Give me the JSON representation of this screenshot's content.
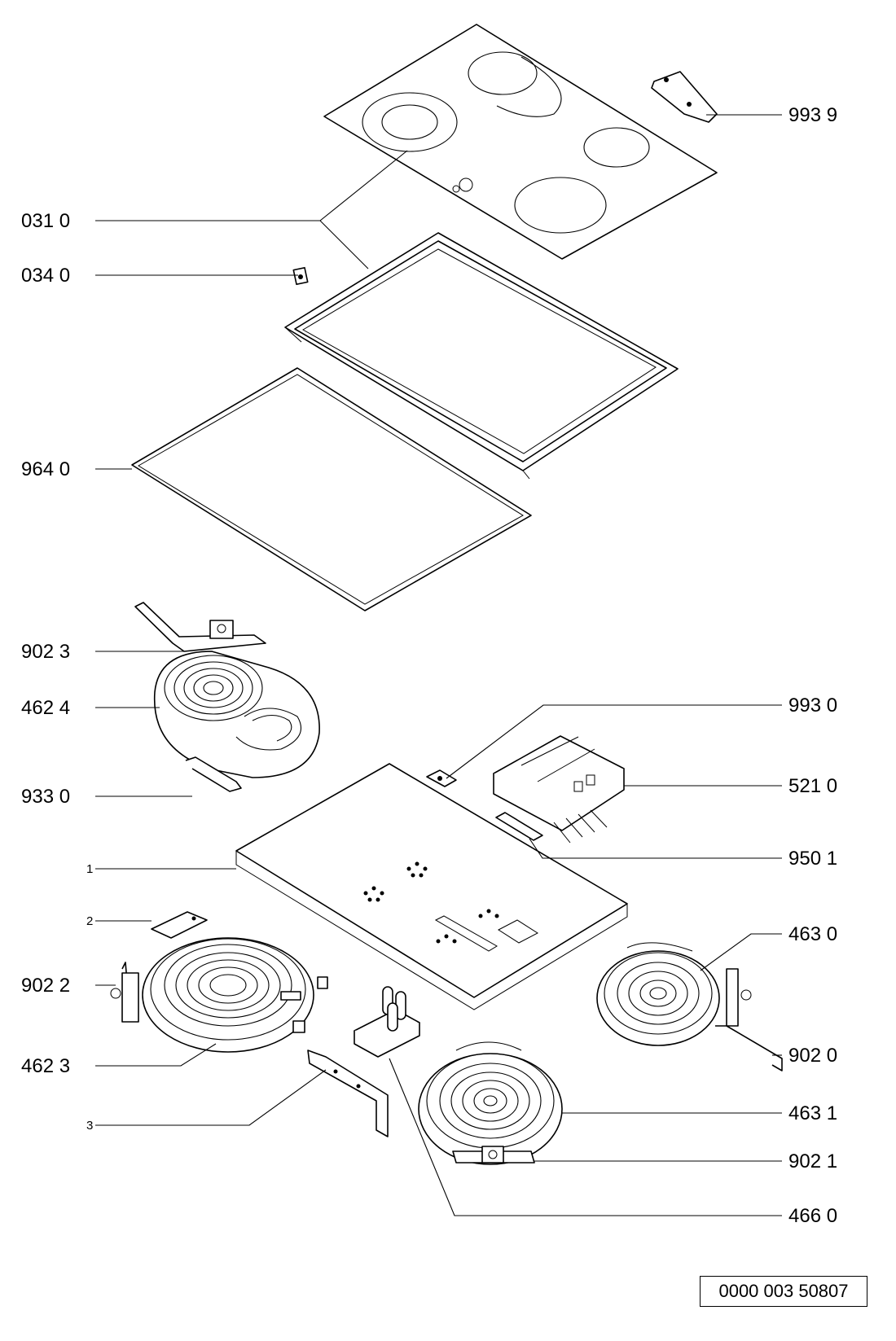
{
  "labels": {
    "l9939": "993 9",
    "l0310": "031 0",
    "l0340": "034 0",
    "l9640": "964 0",
    "l9023": "902 3",
    "l4624": "462 4",
    "l9330": "933 0",
    "l1": "1",
    "l2": "2",
    "l9022": "902 2",
    "l4623": "462 3",
    "l3": "3",
    "l9930": "993 0",
    "l5210": "521 0",
    "l9501": "950 1",
    "l4630": "463 0",
    "l9020": "902 0",
    "l4631": "463 1",
    "l9021": "902 1",
    "l4660": "466 0"
  },
  "document_number": "0000 003 50807"
}
